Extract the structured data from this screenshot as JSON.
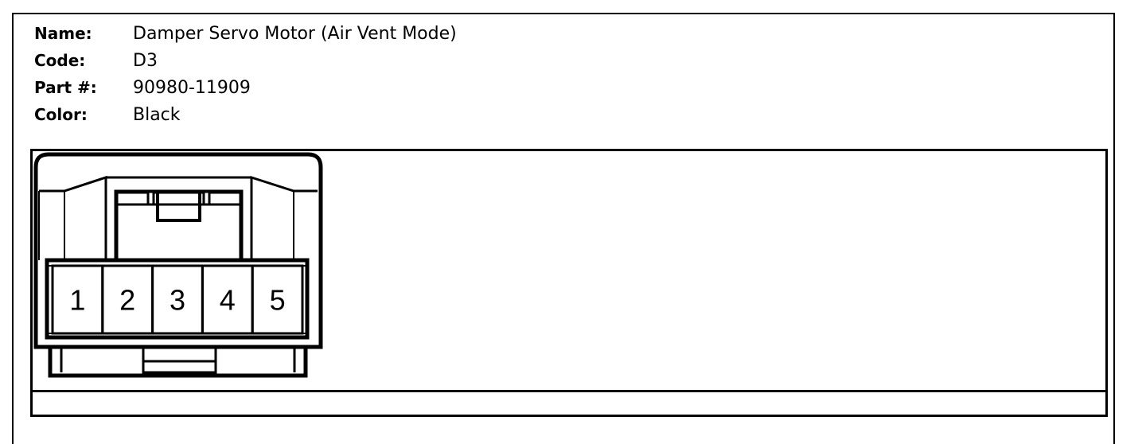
{
  "connector": {
    "name_label": "Name:",
    "name_value": "Damper Servo Motor (Air Vent Mode)",
    "code_label": "Code:",
    "code_value": "D3",
    "part_label": "Part #:",
    "part_value": "90980-11909",
    "color_label": "Color:",
    "color_value": "Black"
  },
  "pins": [
    "1",
    "2",
    "3",
    "4",
    "5"
  ]
}
